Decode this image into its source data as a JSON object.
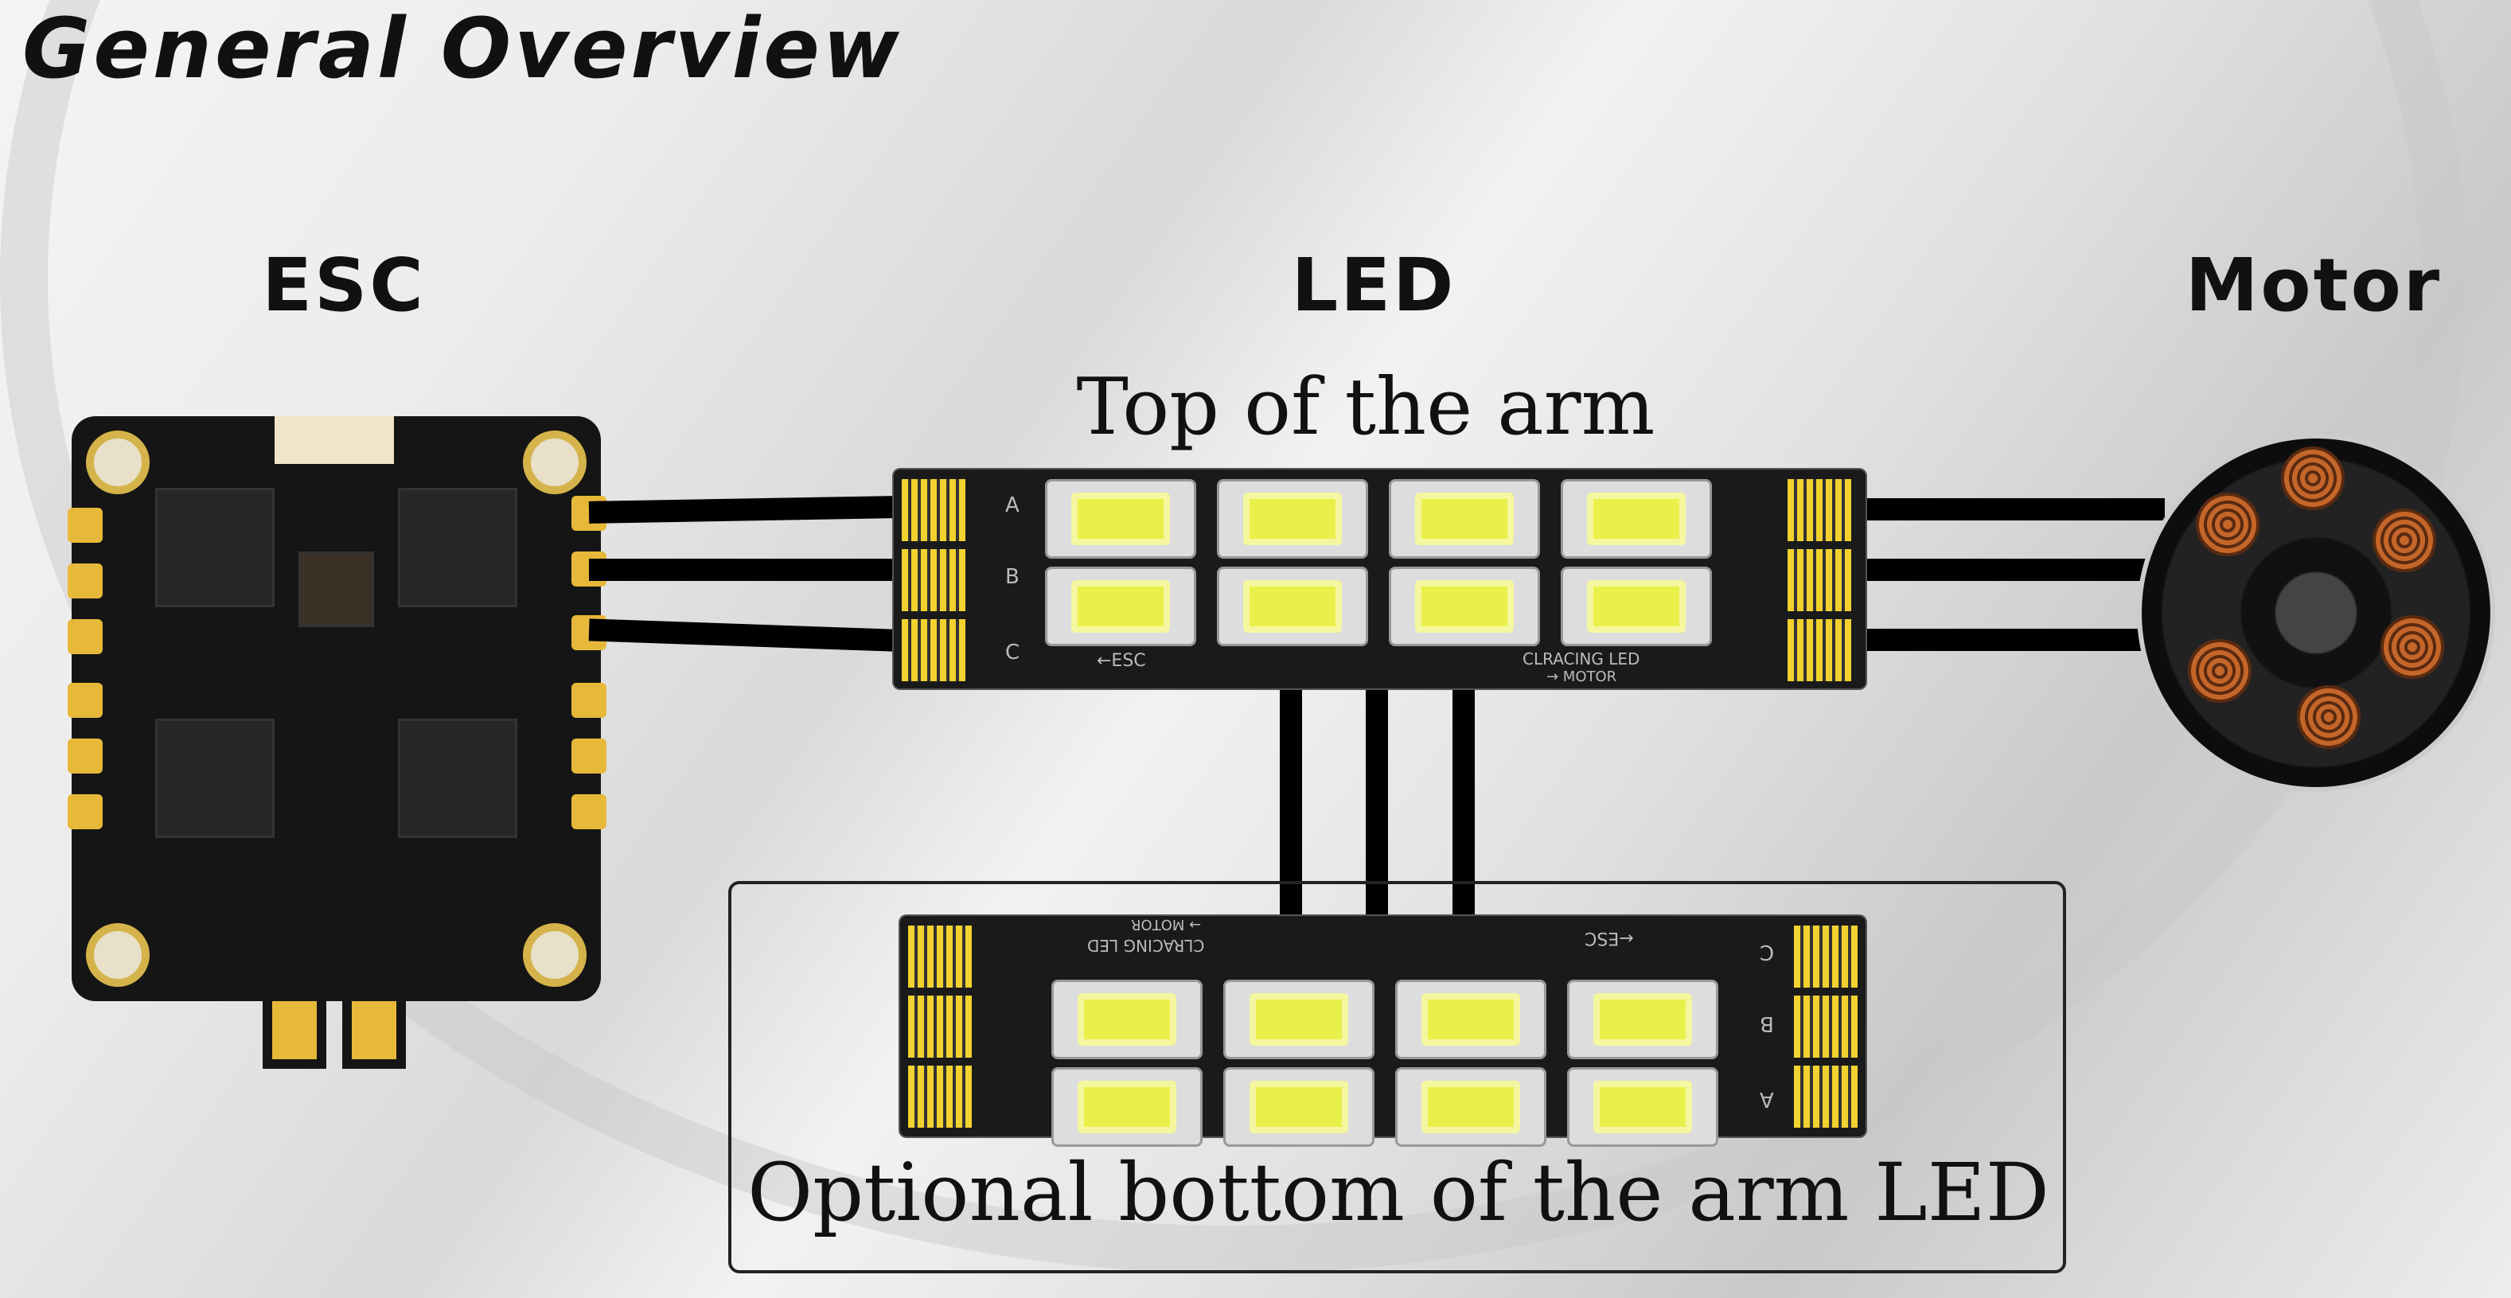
{
  "title": "General Overview",
  "labels": {
    "esc": "ESC",
    "led": "LED",
    "motor": "Motor"
  },
  "top_caption": "Top of the arm",
  "bottom_caption": "Optional bottom of the arm LED",
  "silkscreen": {
    "a": "A",
    "b": "B",
    "c": "C",
    "esc_arrow": "←ESC",
    "brand": "CLRACING LED",
    "motor_arrow": "→ MOTOR"
  }
}
